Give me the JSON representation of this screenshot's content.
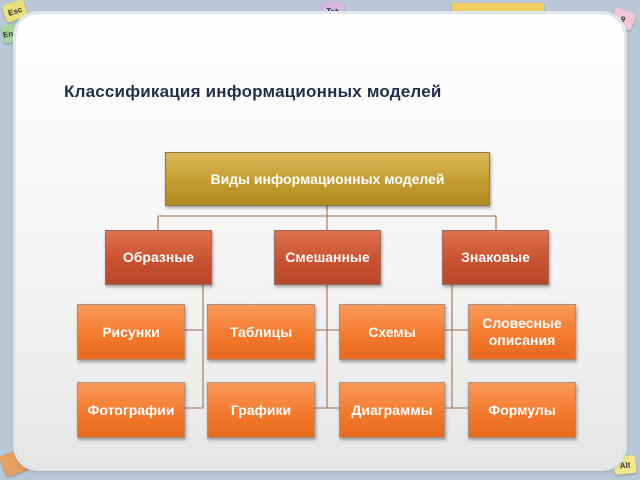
{
  "title": "Классификация информационных моделей",
  "root": {
    "label": "Виды  информационных моделей"
  },
  "categories": [
    {
      "label": "Образные"
    },
    {
      "label": "Смешанные"
    },
    {
      "label": "Знаковые"
    }
  ],
  "leaves": [
    {
      "label": "Рисунки"
    },
    {
      "label": "Таблицы"
    },
    {
      "label": "Схемы"
    },
    {
      "label": "Словесные \nописания"
    },
    {
      "label": "Фотографии"
    },
    {
      "label": "Графики"
    },
    {
      "label": "Диаграммы"
    },
    {
      "label": "Формулы"
    }
  ],
  "decor_keys": [
    {
      "label": "Esc",
      "color": "#e9e27a"
    },
    {
      "label": "Tab",
      "color": "#d9b8e6"
    },
    {
      "label": "Enter",
      "color": "#a8d8a0"
    },
    {
      "label": "9",
      "color": "#f2c6d6"
    },
    {
      "label": "Alt",
      "color": "#f3e98a"
    }
  ],
  "colors": {
    "root": "#c49d2f",
    "category": "#c85230",
    "leaf": "#f37a2e",
    "connector": "#b0826a",
    "title": "#1f3047"
  }
}
